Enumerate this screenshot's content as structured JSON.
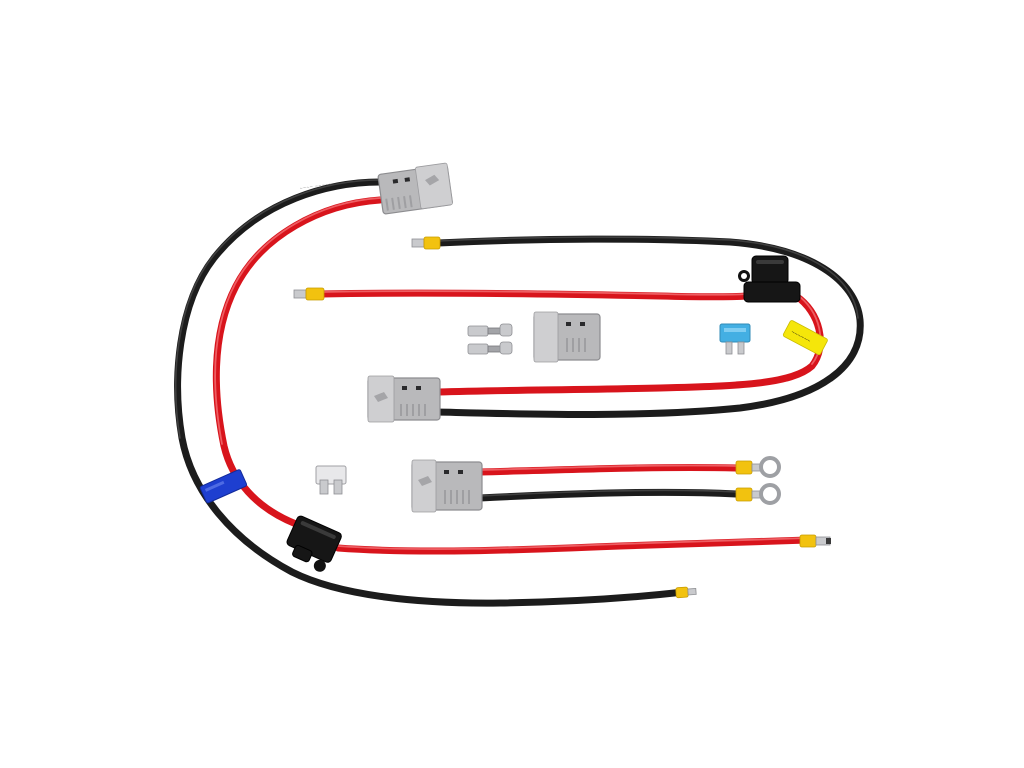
{
  "image": {
    "background": "#ffffff",
    "colors": {
      "wire_red": "#d8141c",
      "wire_black": "#1c1c1c",
      "connector_grey": "#b9b9bb",
      "ferrule_yellow": "#f2c20f",
      "fuse_blue": "#2fa7e0",
      "label_yellow": "#f5e60a",
      "band_blue": "#1e3fd0"
    },
    "components": {
      "connector_top": "grey-anderson-connector",
      "connector_middle_loose": "grey-anderson-connector",
      "connector_left_harness": "grey-anderson-connector",
      "connector_center_harness": "grey-anderson-connector",
      "fuse_holder_top": "inline-blade-fuse-holder",
      "fuse_holder_bottom": "inline-blade-fuse-holder",
      "blade_fuse_blue": "blade-fuse",
      "blade_fuse_clear": "blade-fuse",
      "loose_contacts": "crimp-contact",
      "ring_terminals": "ring-terminal",
      "cable_ferrules": "end-ferrule"
    }
  }
}
